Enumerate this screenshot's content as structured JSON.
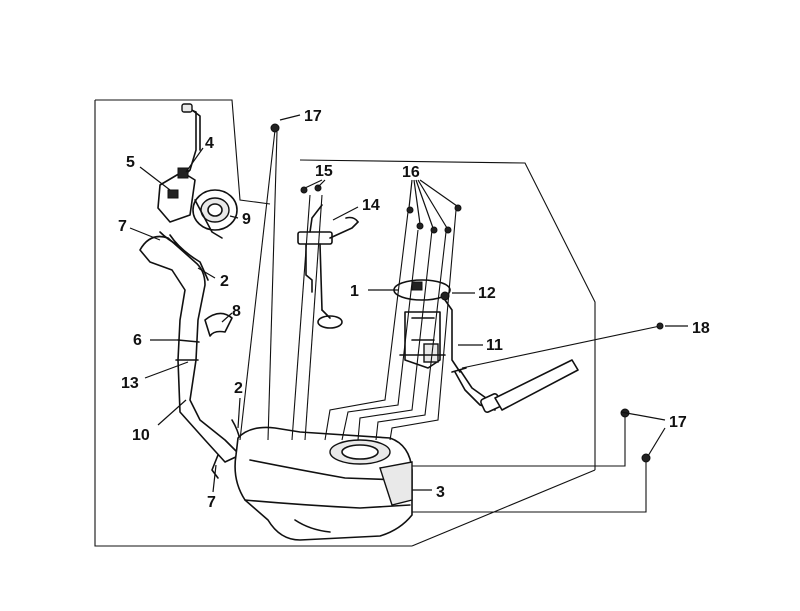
{
  "labels": {
    "p1": "1",
    "p2a": "2",
    "p2b": "2",
    "p3": "3",
    "p4": "4",
    "p5": "5",
    "p6": "6",
    "p7a": "7",
    "p7b": "7",
    "p8": "8",
    "p9": "9",
    "p10": "10",
    "p11": "11",
    "p12": "12",
    "p13": "13",
    "p14": "14",
    "p15": "15",
    "p16": "16",
    "p17a": "17",
    "p17b": "17",
    "p18": "18"
  }
}
